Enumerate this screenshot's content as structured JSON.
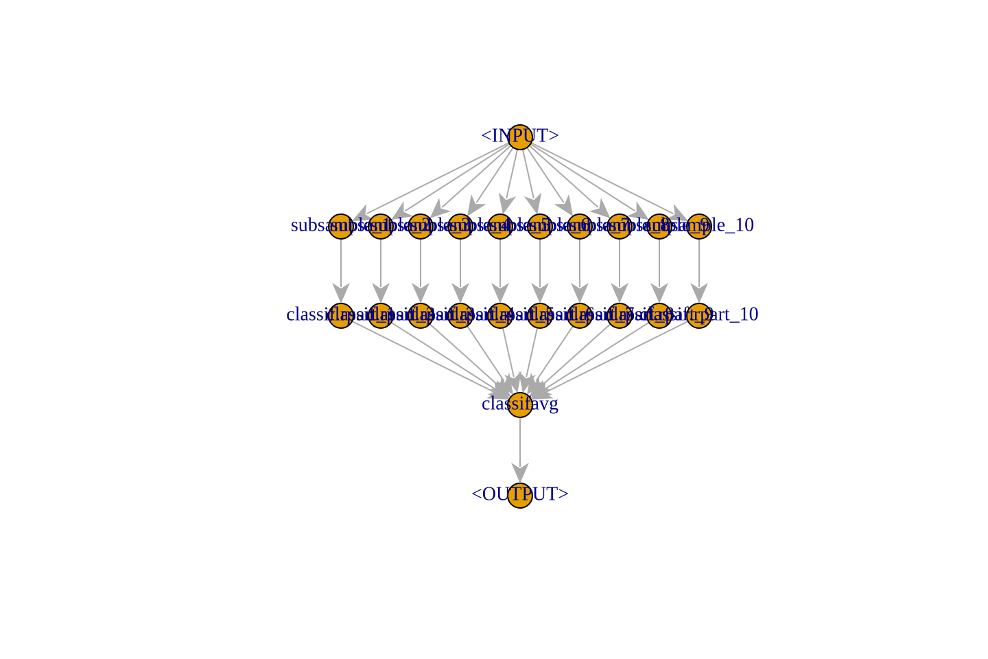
{
  "diagram": {
    "type": "directed-graph",
    "colors": {
      "node_fill": "#e69f00",
      "node_border": "#000000",
      "edge": "#aaaaaa",
      "label": "#00008b",
      "background": "#ffffff"
    },
    "nodes": [
      {
        "id": "input",
        "label": "<INPUT>",
        "layer": 0
      },
      {
        "id": "s1",
        "label": "subsample_1",
        "layer": 1
      },
      {
        "id": "s2",
        "label": "subsample_2",
        "layer": 1
      },
      {
        "id": "s3",
        "label": "subsample_3",
        "layer": 1
      },
      {
        "id": "s4",
        "label": "subsample_4",
        "layer": 1
      },
      {
        "id": "s5",
        "label": "subsample_5",
        "layer": 1
      },
      {
        "id": "s6",
        "label": "subsample_6",
        "layer": 1
      },
      {
        "id": "s7",
        "label": "subsample_7",
        "layer": 1
      },
      {
        "id": "s8",
        "label": "subsample_8",
        "layer": 1
      },
      {
        "id": "s9",
        "label": "subsample_9",
        "layer": 1
      },
      {
        "id": "s10",
        "label": "subsample_10",
        "layer": 1
      },
      {
        "id": "c1",
        "label": "classif.rpart_1",
        "layer": 2
      },
      {
        "id": "c2",
        "label": "classif.rpart_2",
        "layer": 2
      },
      {
        "id": "c3",
        "label": "classif.rpart_3",
        "layer": 2
      },
      {
        "id": "c4",
        "label": "classif.rpart_4",
        "layer": 2
      },
      {
        "id": "c5",
        "label": "classif.rpart_5",
        "layer": 2
      },
      {
        "id": "c6",
        "label": "classif.rpart_6",
        "layer": 2
      },
      {
        "id": "c7",
        "label": "classif.rpart_7",
        "layer": 2
      },
      {
        "id": "c8",
        "label": "classif.rpart_8",
        "layer": 2
      },
      {
        "id": "c9",
        "label": "classif.rpart_9",
        "layer": 2
      },
      {
        "id": "c10",
        "label": "classif.rpart_10",
        "layer": 2
      },
      {
        "id": "avg",
        "label": "classifavg",
        "layer": 3
      },
      {
        "id": "output",
        "label": "<OUTPUT>",
        "layer": 4
      }
    ],
    "edges": [
      [
        "input",
        "s1"
      ],
      [
        "input",
        "s2"
      ],
      [
        "input",
        "s3"
      ],
      [
        "input",
        "s4"
      ],
      [
        "input",
        "s5"
      ],
      [
        "input",
        "s6"
      ],
      [
        "input",
        "s7"
      ],
      [
        "input",
        "s8"
      ],
      [
        "input",
        "s9"
      ],
      [
        "input",
        "s10"
      ],
      [
        "s1",
        "c1"
      ],
      [
        "s2",
        "c2"
      ],
      [
        "s3",
        "c3"
      ],
      [
        "s4",
        "c4"
      ],
      [
        "s5",
        "c5"
      ],
      [
        "s6",
        "c6"
      ],
      [
        "s7",
        "c7"
      ],
      [
        "s8",
        "c8"
      ],
      [
        "s9",
        "c9"
      ],
      [
        "s10",
        "c10"
      ],
      [
        "c1",
        "avg"
      ],
      [
        "c2",
        "avg"
      ],
      [
        "c3",
        "avg"
      ],
      [
        "c4",
        "avg"
      ],
      [
        "c5",
        "avg"
      ],
      [
        "c6",
        "avg"
      ],
      [
        "c7",
        "avg"
      ],
      [
        "c8",
        "avg"
      ],
      [
        "c9",
        "avg"
      ],
      [
        "c10",
        "avg"
      ],
      [
        "avg",
        "output"
      ]
    ]
  }
}
